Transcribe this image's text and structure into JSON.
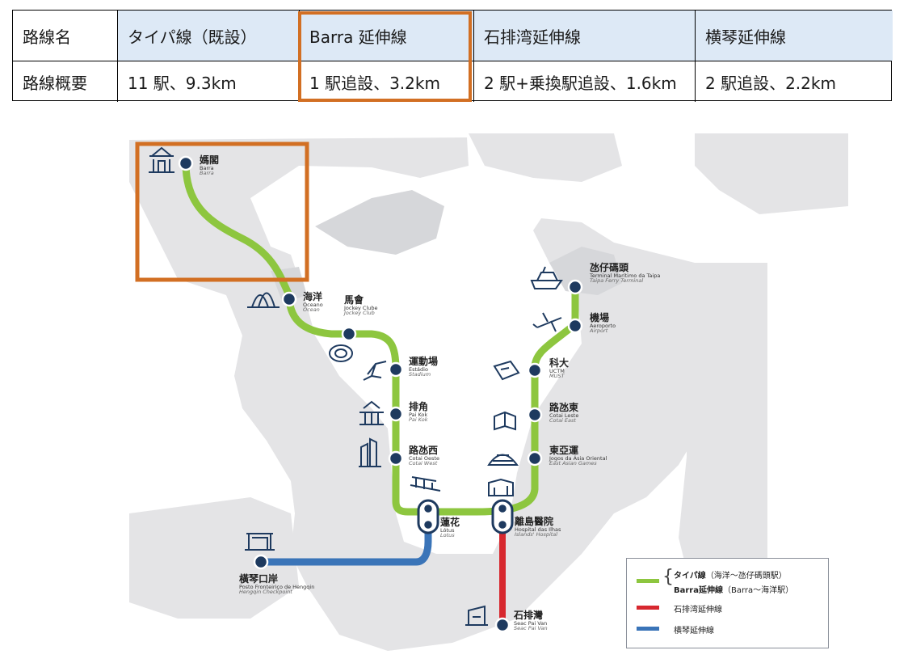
{
  "table": {
    "header": [
      "路線名",
      "タイパ線（既設）",
      "Barra 延伸線",
      "石排湾延伸線",
      "横琴延伸線"
    ],
    "row": [
      "路線概要",
      "11 駅、9.3km",
      "1 駅追設、3.2km",
      "2 駅+乗換駅追設、1.6km",
      "2 駅追設、2.2km"
    ]
  },
  "colors": {
    "green_line": "#8dc63f",
    "red_line": "#d7282f",
    "blue_line": "#3a74b8",
    "highlight": "#d26f23",
    "station_fill": "#1e3a5f"
  },
  "stations": {
    "barra": {
      "zh": "媽閣",
      "pt": "Barra",
      "en": "Barra"
    },
    "ocean": {
      "zh": "海洋",
      "pt": "Oceano",
      "en": "Ocean"
    },
    "jockey": {
      "zh": "馬會",
      "pt": "Jockey Clube",
      "en": "Jockey Club"
    },
    "stadium": {
      "zh": "運動場",
      "pt": "Estádio",
      "en": "Stadium"
    },
    "paikok": {
      "zh": "排角",
      "pt": "Pai Kok",
      "en": "Pai Kok"
    },
    "cotaiwest": {
      "zh": "路氹西",
      "pt": "Cotai Oeste",
      "en": "Cotai West"
    },
    "lotus": {
      "zh": "蓮花",
      "pt": "Lótus",
      "en": "Lotus"
    },
    "hospital": {
      "zh": "離島醫院",
      "pt": "Hospital das Ilhas",
      "en": "Islands' Hospital"
    },
    "eastasian": {
      "zh": "東亞運",
      "pt": "Jogos da Ásia Oriental",
      "en": "East Asian Games"
    },
    "cotaieast": {
      "zh": "路氹東",
      "pt": "Cotai Leste",
      "en": "Cotai East"
    },
    "must": {
      "zh": "科大",
      "pt": "UCTM",
      "en": "MUST"
    },
    "airport": {
      "zh": "機場",
      "pt": "Aeroporto",
      "en": "Airport"
    },
    "ferry": {
      "zh": "氹仔碼頭",
      "pt": "Terminal Marítimo da Taipa",
      "en": "Taipa Ferry Terminal"
    },
    "hengqin": {
      "zh": "橫琴口岸",
      "pt": "Posto Fronteiriço de Hengqin",
      "en": "Hengqin Checkpoint"
    },
    "seacpaivan": {
      "zh": "石排灣",
      "pt": "Seac Pai Van",
      "en": "Seac Pai Van"
    }
  },
  "legend": {
    "taipa_name": "タイパ線",
    "taipa_note": "（海洋〜氹仔碼頭駅）",
    "barra_name": "Barra延伸線",
    "barra_note": "（Barra〜海洋駅）",
    "seac": "石排湾延伸線",
    "hengqin": "横琴延伸線"
  }
}
